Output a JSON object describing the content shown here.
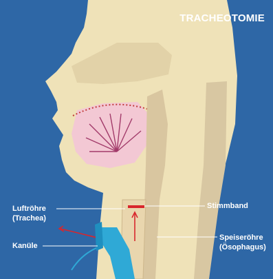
{
  "title": "TRACHEOTOMIE",
  "labels": {
    "trachea_line1": "Luftröhre",
    "trachea_line2": "(Trachea)",
    "kanuele": "Kanüle",
    "stimmband": "Stimmband",
    "speiseroehre_line1": "Speiseröhre",
    "speiseroehre_line2": "(Ösophagus)"
  },
  "colors": {
    "background": "#2e67a6",
    "skin": "#efe2b8",
    "tissue": "#d9c6a0",
    "mouth": "#f3c8d4",
    "bone": "#b49a7c",
    "cannula": "#2fa9d6",
    "airflow": "#d8262c"
  }
}
